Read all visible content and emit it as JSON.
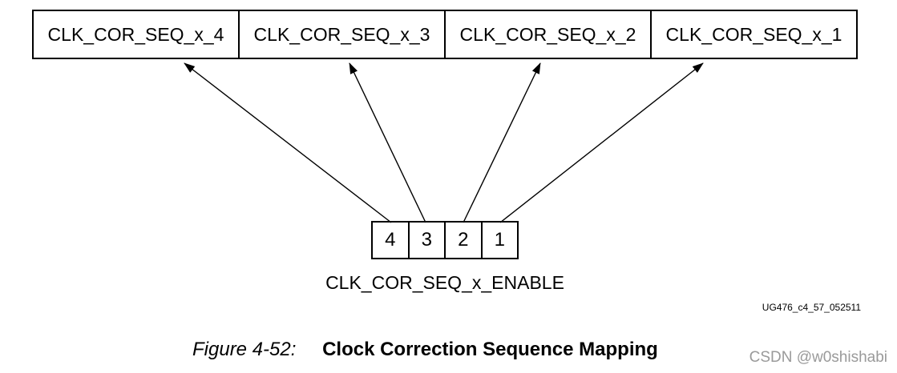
{
  "diagram": {
    "sequence_cells": [
      {
        "label": "CLK_COR_SEQ_x_4"
      },
      {
        "label": "CLK_COR_SEQ_x_3"
      },
      {
        "label": "CLK_COR_SEQ_x_2"
      },
      {
        "label": "CLK_COR_SEQ_x_1"
      }
    ],
    "enable_bits": [
      {
        "label": "4"
      },
      {
        "label": "3"
      },
      {
        "label": "2"
      },
      {
        "label": "1"
      }
    ],
    "enable_label": "CLK_COR_SEQ_x_ENABLE",
    "figure_id": "UG476_c4_57_052511"
  },
  "caption": {
    "number": "Figure 4-52:",
    "title": "Clock Correction Sequence Mapping"
  },
  "watermark": "CSDN @w0shishabi",
  "colors": {
    "line": "#000000",
    "watermark": "#9a9a9a",
    "background": "#ffffff"
  }
}
